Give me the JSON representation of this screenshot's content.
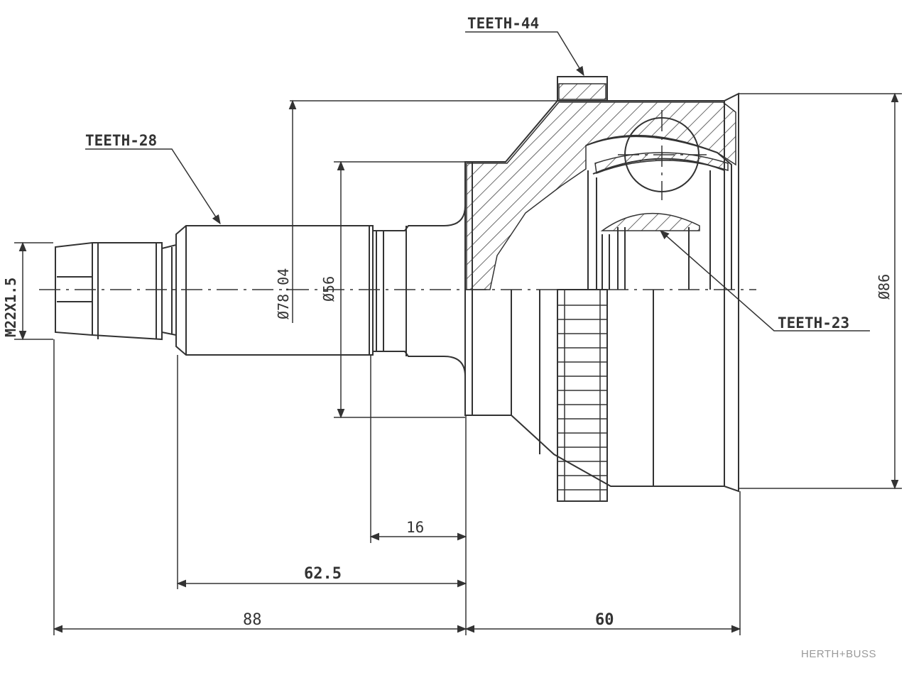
{
  "callouts": {
    "teeth_hub": "TEETH-44",
    "teeth_shaft": "TEETH-28",
    "teeth_inner": "TEETH-23"
  },
  "dimensions": {
    "thread": "M22X1.5",
    "dia_bearing": "Ø78.04",
    "dia_seat": "Ø56",
    "dia_outer": "Ø86",
    "len_16": "16",
    "len_62_5": "62.5",
    "len_88": "88",
    "len_60": "60"
  },
  "brand": "HERTH+BUSS",
  "colors": {
    "line": "#333333",
    "hatch": "#444444",
    "brand": "#9a9a9a"
  }
}
